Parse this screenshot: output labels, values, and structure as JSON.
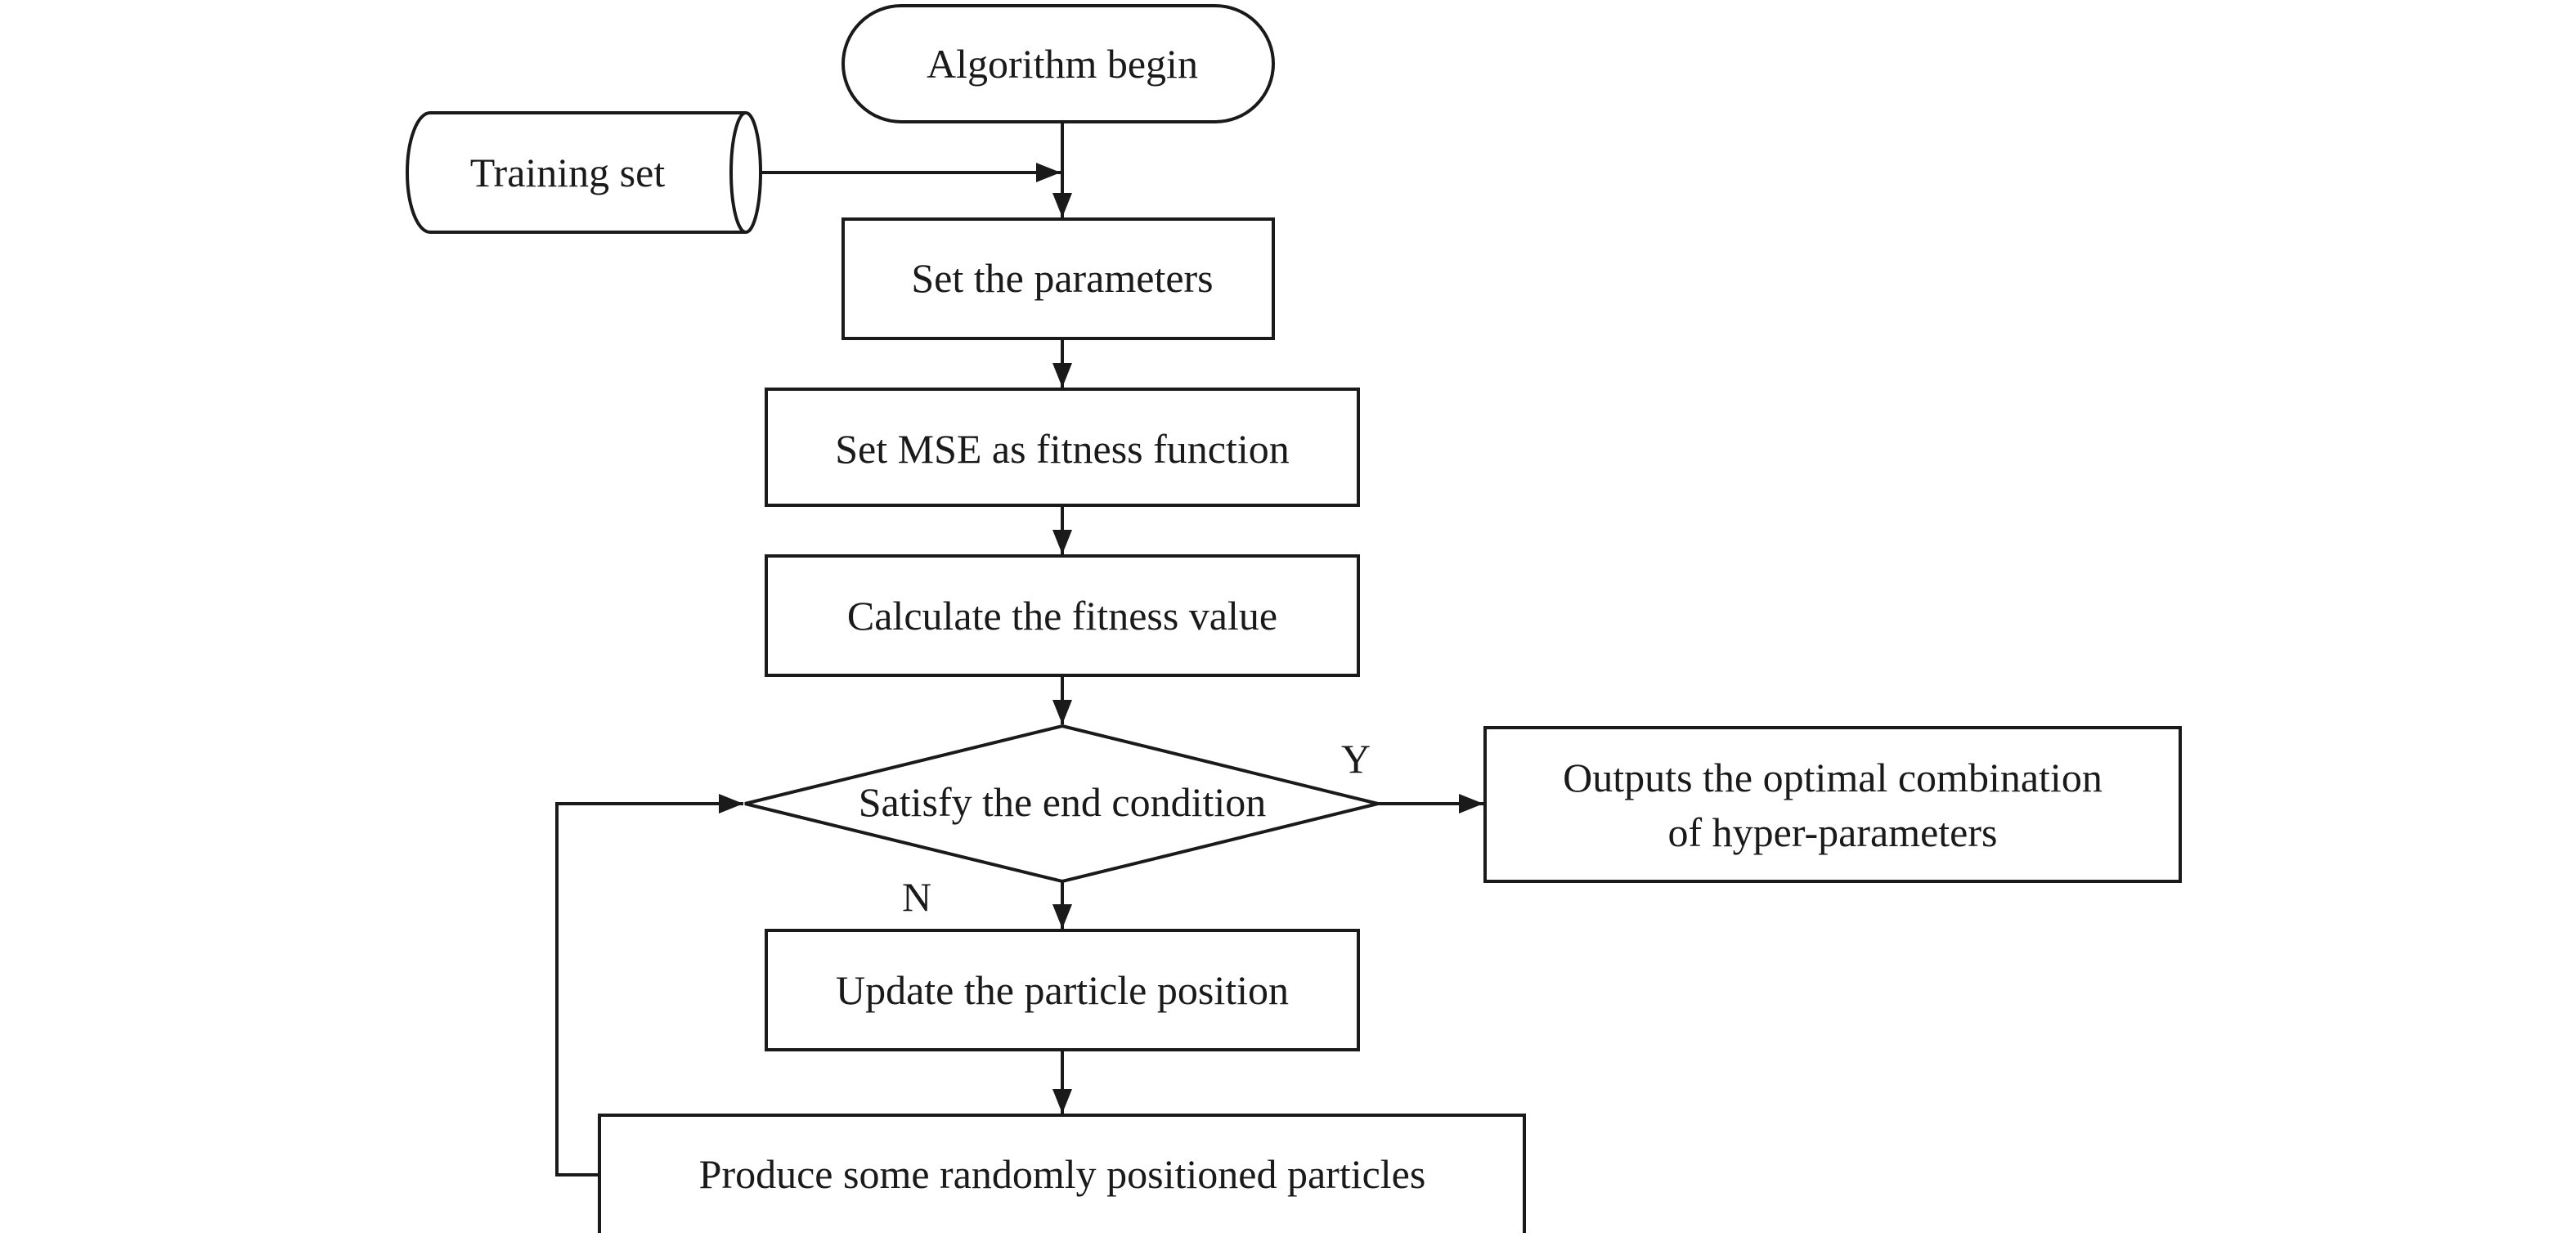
{
  "diagram": {
    "nodes": {
      "start": "Algorithm begin",
      "training_set": "Training set",
      "set_parameters": "Set the parameters",
      "set_mse": "Set MSE as fitness function",
      "calc_fitness": "Calculate the fitness value",
      "decision": "Satisfy the end condition",
      "output_line1": "Outputs the optimal combination",
      "output_line2": "of hyper-parameters",
      "update_position": "Update the particle position",
      "produce_particles": "Produce some randomly positioned particles"
    },
    "edge_labels": {
      "yes": "Y",
      "no": "N"
    },
    "colors": {
      "stroke": "#1a1a1a",
      "background": "#ffffff"
    }
  }
}
